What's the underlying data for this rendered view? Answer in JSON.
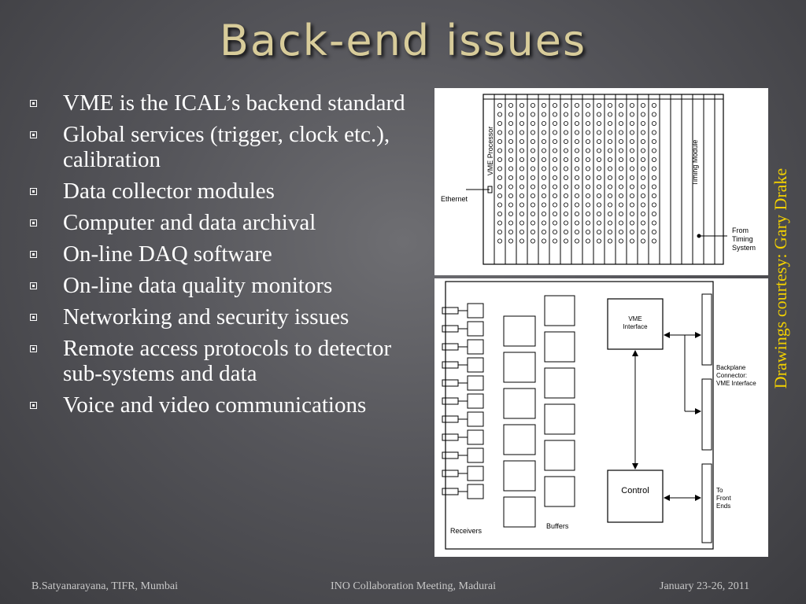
{
  "slide": {
    "title": "Back-end issues",
    "bullets": [
      "VME is the ICAL’s backend standard",
      "Global services (trigger, clock etc.), calibration",
      "Data collector modules",
      "Computer and data archival",
      "On-line DAQ software",
      "On-line data quality monitors",
      "Networking and security issues",
      "Remote access protocols to detector sub-systems and data",
      "Voice and video communications"
    ],
    "courtesy": "Drawings courtesy: Gary Drake",
    "colors": {
      "title": "#d8cc9a",
      "courtesy": "#f2d000",
      "text": "#ffffff"
    }
  },
  "diagram": {
    "crate": {
      "vme_processor": "VME Processor",
      "timing_module": "Timing Module",
      "ethernet": "Ethernet",
      "from_timing": [
        "From",
        "Timing",
        "System"
      ]
    },
    "board": {
      "vme_interface": [
        "VME",
        "Interface"
      ],
      "control": "Control",
      "receivers": "Receivers",
      "buffers": "Buffers",
      "backplane": [
        "Backplane",
        "Connector:",
        "VME Interface"
      ],
      "to_front_ends": [
        "To",
        "Front",
        "Ends"
      ]
    }
  },
  "footer": {
    "left": "B.Satyanarayana, TIFR, Mumbai",
    "center": "INO Collaboration Meeting, Madurai",
    "right": "January 23-26, 2011"
  }
}
